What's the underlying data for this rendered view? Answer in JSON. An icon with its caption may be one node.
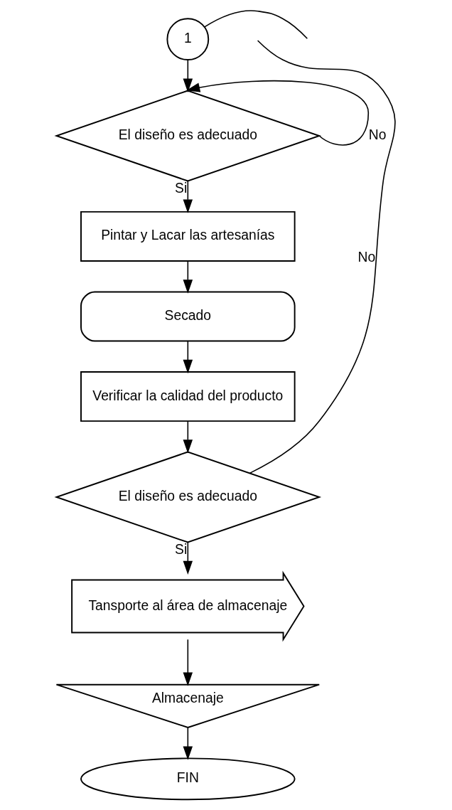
{
  "diagram": {
    "nodes": [
      {
        "text": [
          "1"
        ]
      },
      {
        "text": [
          "El diseño es adecuado"
        ]
      },
      {
        "text": [
          "Pintar y Lacar las artesanías"
        ]
      },
      {
        "text": [
          "Secado"
        ]
      },
      {
        "text": [
          "Verificar la calidad del producto"
        ]
      },
      {
        "text": [
          "El diseño es adecuado"
        ]
      },
      {
        "text": [
          "Tansporte al área de almacenaje"
        ]
      },
      {
        "text": [
          "Almacenaje"
        ]
      },
      {
        "text": [
          "FIN"
        ]
      }
    ],
    "edges": [
      {
        "from": 0,
        "to": 1,
        "arrow": "to"
      },
      {
        "from": 0,
        "to": null,
        "arrow": "none"
      },
      {
        "from": 1,
        "to": 1,
        "arrow": "to",
        "label": "No"
      },
      {
        "from": 1,
        "to": 2,
        "arrow": "to",
        "label": "Si"
      },
      {
        "from": 2,
        "to": 3,
        "arrow": "to"
      },
      {
        "from": 3,
        "to": 4,
        "arrow": "to"
      },
      {
        "from": 4,
        "to": 5,
        "arrow": "to"
      },
      {
        "from": 5,
        "to": null,
        "arrow": "none",
        "label": "No"
      },
      {
        "from": 5,
        "to": 6,
        "arrow": "to",
        "label": "Si"
      },
      {
        "from": 6,
        "to": 7,
        "arrow": "to"
      },
      {
        "from": 7,
        "to": 8,
        "arrow": "to"
      }
    ]
  }
}
